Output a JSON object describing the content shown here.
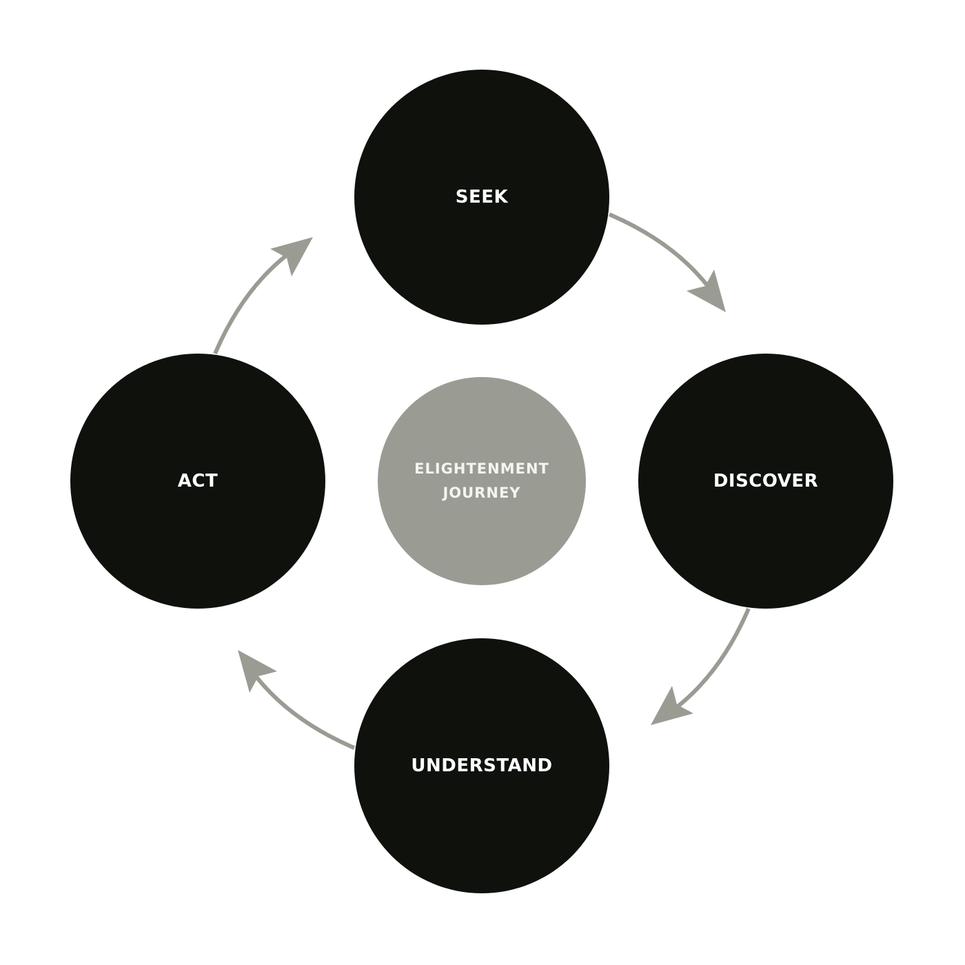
{
  "stages": [
    {
      "label": "SEEK"
    },
    {
      "label": "DISCOVER"
    },
    {
      "label": "UNDERSTAND"
    },
    {
      "label": "ACT"
    }
  ],
  "center": {
    "line1": "ELIGHTENMENT",
    "line2": "JOURNEY"
  },
  "colors": {
    "stage": "#0f110d",
    "center": "#9a9c94",
    "arrow": "#9a9c94"
  }
}
